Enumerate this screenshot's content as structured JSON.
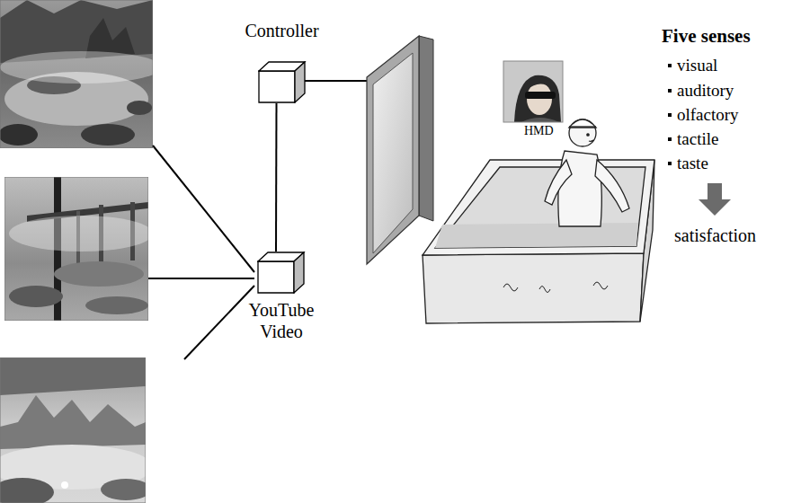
{
  "diagram": {
    "nodes": [
      {
        "text": [
          "Controller"
        ]
      },
      {
        "text": [
          "YouTube Video"
        ]
      }
    ],
    "edges": [
      {
        "from": 0,
        "to": 1,
        "arrow": "none"
      }
    ],
    "labels": [
      "HMD",
      "Five senses",
      "visual",
      "auditory",
      "olfactory",
      "tactile",
      "taste",
      "satisfaction"
    ]
  }
}
